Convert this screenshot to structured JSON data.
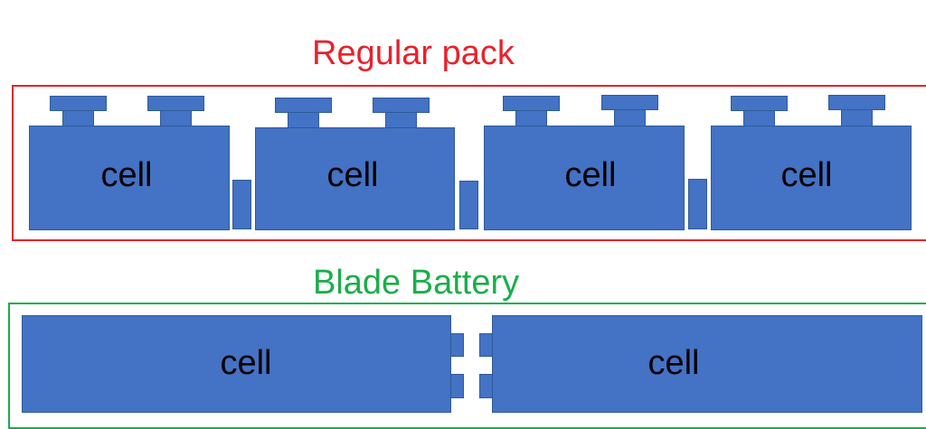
{
  "diagram": {
    "colors": {
      "cell_fill": "#4472c4",
      "cell_border": "#2e5b97",
      "regular_accent": "#e8222c",
      "blade_accent": "#1bad4b"
    },
    "regular_pack": {
      "title": "Regular pack",
      "cells": [
        {
          "label": "cell"
        },
        {
          "label": "cell"
        },
        {
          "label": "cell"
        },
        {
          "label": "cell"
        }
      ]
    },
    "blade_battery": {
      "title": "Blade Battery",
      "cells": [
        {
          "label": "cell"
        },
        {
          "label": "cell"
        }
      ]
    }
  }
}
